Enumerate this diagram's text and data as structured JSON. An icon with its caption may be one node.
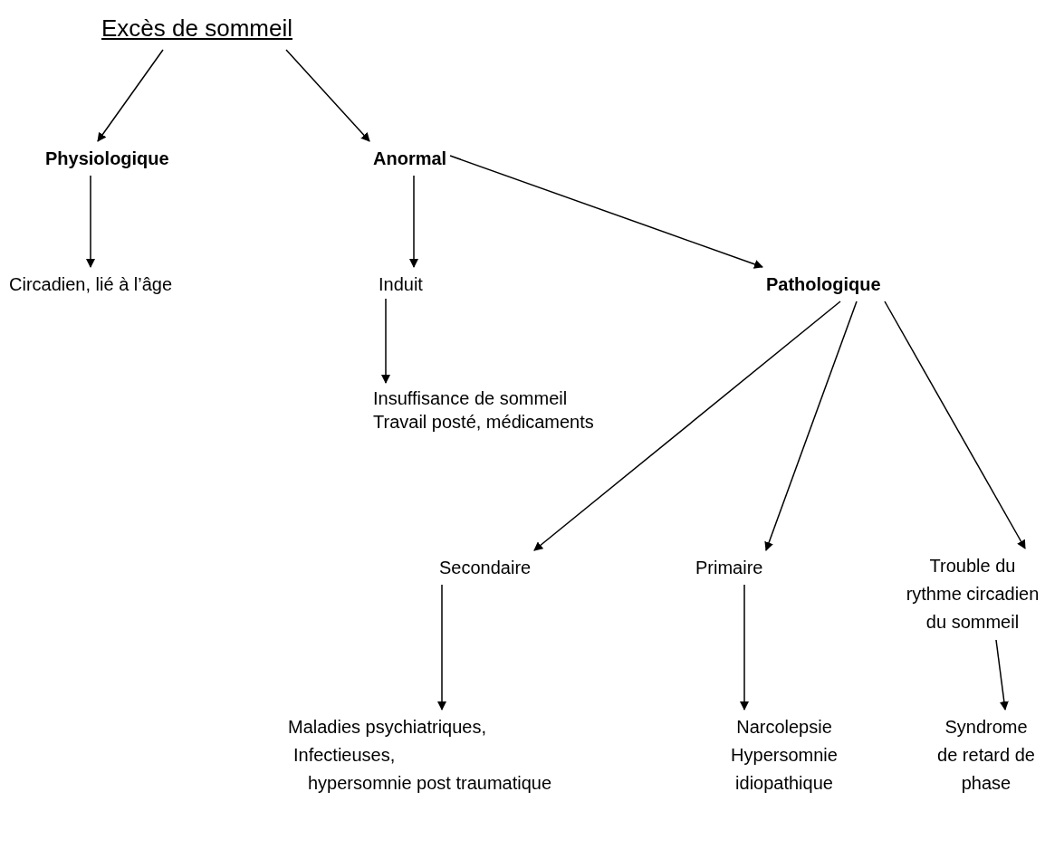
{
  "diagram": {
    "nodes": [
      {
        "text": [
          "Excès de sommeil"
        ]
      },
      {
        "text": [
          "Physiologique"
        ]
      },
      {
        "text": [
          "Anormal"
        ]
      },
      {
        "text": [
          "Circadien, lié à l’âge"
        ]
      },
      {
        "text": [
          "Induit"
        ]
      },
      {
        "text": [
          "Pathologique"
        ]
      },
      {
        "text": [
          "Insuffisance de sommeil",
          "Travail posté, médicaments"
        ]
      },
      {
        "text": [
          "Secondaire"
        ]
      },
      {
        "text": [
          "Primaire"
        ]
      },
      {
        "text": [
          "Trouble du rythme circadien du sommeil"
        ]
      },
      {
        "text": [
          "Maladies psychiatriques,",
          "Infectieuses,",
          "hypersomnie post traumatique"
        ]
      },
      {
        "text": [
          "Narcolepsie",
          "Hypersomnie idiopathique"
        ]
      },
      {
        "text": [
          "Syndrome de retard de phase"
        ]
      }
    ],
    "edges": [
      {
        "from": 0,
        "to": 1,
        "arrow": "to"
      },
      {
        "from": 0,
        "to": 2,
        "arrow": "to"
      },
      {
        "from": 1,
        "to": 3,
        "arrow": "to"
      },
      {
        "from": 2,
        "to": 4,
        "arrow": "to"
      },
      {
        "from": 2,
        "to": 5,
        "arrow": "to"
      },
      {
        "from": 4,
        "to": 6,
        "arrow": "to"
      },
      {
        "from": 5,
        "to": 7,
        "arrow": "to"
      },
      {
        "from": 5,
        "to": 8,
        "arrow": "to"
      },
      {
        "from": 5,
        "to": 9,
        "arrow": "to"
      },
      {
        "from": 7,
        "to": 10,
        "arrow": "to"
      },
      {
        "from": 8,
        "to": 11,
        "arrow": "to"
      },
      {
        "from": 9,
        "to": 12,
        "arrow": "to"
      }
    ]
  }
}
